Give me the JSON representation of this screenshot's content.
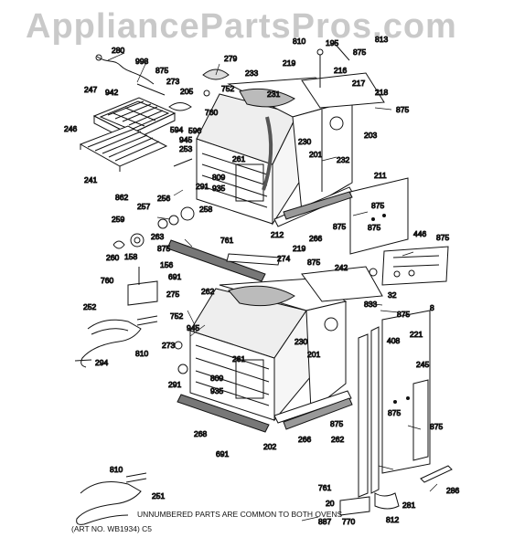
{
  "watermark": "AppliancePartsPros.com",
  "footnote": "UNNUMBERED PARTS ARE COMMON TO BOTH OVENS",
  "art_number": "(ART NO. WB1934) C5",
  "part_labels": {
    "l280": "280",
    "l998": "998",
    "l875a": "875",
    "l279": "279",
    "l273a": "273",
    "l942": "942",
    "l247": "247",
    "l205": "205",
    "l752a": "752",
    "l233": "233",
    "l231a": "231",
    "l219a": "219",
    "l810a": "810",
    "l195": "195",
    "l813": "813",
    "l875b": "875",
    "l216": "216",
    "l217": "217",
    "l218": "218",
    "l875c": "875",
    "l246": "246",
    "l594": "594",
    "l596": "596",
    "l760a": "760",
    "l945a": "945",
    "l253": "253",
    "l203": "203",
    "l230a": "230",
    "l201a": "201",
    "l232": "232",
    "l241": "241",
    "l261a": "261",
    "l809a": "809",
    "l935a": "935",
    "l291a": "291",
    "l211": "211",
    "l862": "862",
    "l256": "256",
    "l257": "257",
    "l258": "258",
    "l875d": "875",
    "l875e": "875",
    "l212": "212",
    "l266a": "266",
    "l259": "259",
    "l263": "263",
    "l761a": "761",
    "l446": "446",
    "l875f": "875",
    "l260": "260",
    "l875g": "875",
    "l219b": "219",
    "l158": "158",
    "l156": "156",
    "l274": "274",
    "l875h": "875",
    "l242": "242",
    "l691a": "691",
    "l760b": "760",
    "l275": "275",
    "l262a": "262",
    "l32": "32",
    "l833": "833",
    "l8": "8",
    "l252": "252",
    "l752b": "752",
    "l875i": "875",
    "l945b": "945",
    "l273b": "273",
    "l810b": "810",
    "l230b": "230",
    "l201b": "201",
    "l408": "408",
    "l221": "221",
    "l294": "294",
    "l261b": "261",
    "l245": "245",
    "l291b": "291",
    "l809b": "809",
    "l935b": "935",
    "l875j": "875",
    "l875k": "875",
    "l262b": "262",
    "l875l": "875",
    "l268": "268",
    "l266b": "266",
    "l691b": "691",
    "l202": "202",
    "l875m": "875",
    "l810c": "810",
    "l251": "251",
    "l286": "286",
    "l761b": "761",
    "l20": "20",
    "l281": "281",
    "l887": "887",
    "l770": "770",
    "l812": "812"
  }
}
